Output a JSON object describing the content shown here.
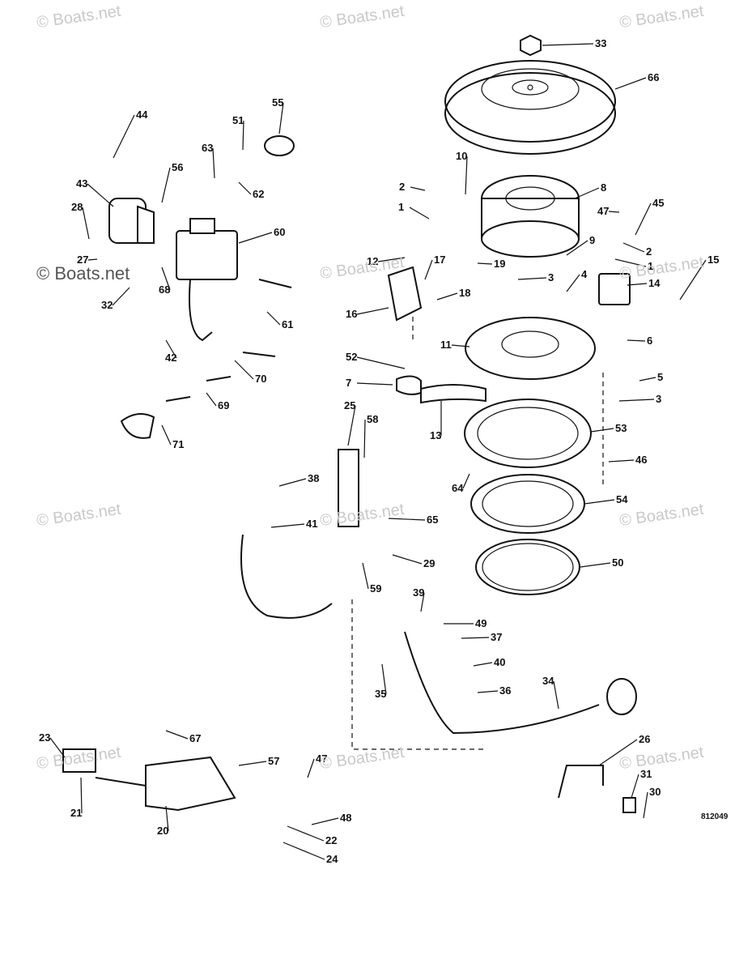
{
  "watermark": "© Boats.net",
  "diagram_code": "812049",
  "callouts": [
    "33",
    "66",
    "10",
    "2",
    "1",
    "8",
    "47",
    "45",
    "2",
    "9",
    "1",
    "12",
    "17",
    "19",
    "15",
    "3",
    "14",
    "4",
    "16",
    "18",
    "6",
    "11",
    "5",
    "3",
    "52",
    "7",
    "13",
    "53",
    "25",
    "58",
    "46",
    "64",
    "54",
    "38",
    "65",
    "41",
    "29",
    "50",
    "59",
    "39",
    "49",
    "37",
    "40",
    "35",
    "36",
    "34",
    "44",
    "55",
    "51",
    "63",
    "56",
    "43",
    "62",
    "28",
    "60",
    "27",
    "68",
    "32",
    "61",
    "42",
    "70",
    "69",
    "71",
    "23",
    "67",
    "57",
    "47",
    "26",
    "21",
    "20",
    "48",
    "22",
    "24",
    "31",
    "30"
  ]
}
